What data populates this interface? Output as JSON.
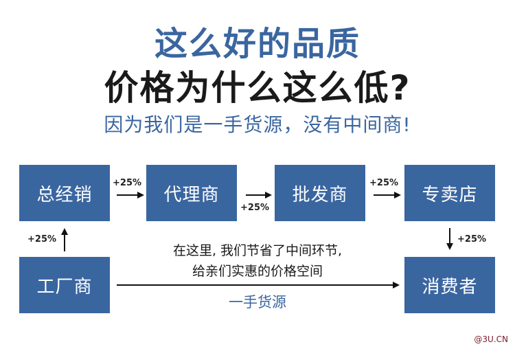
{
  "title": {
    "line1": "这么好的品质",
    "line2": "价格为什么这么低?",
    "line3": "因为我们是一手货源，没有中间商!"
  },
  "nodes": {
    "distributor": "总经销",
    "agent": "代理商",
    "wholesaler": "批发商",
    "store": "专卖店",
    "factory": "工厂商",
    "consumer": "消费者"
  },
  "markups": {
    "factory_to_distributor": "+25%",
    "distributor_to_agent": "+25%",
    "agent_to_wholesaler": "+25%",
    "wholesaler_to_store": "+25%",
    "store_to_consumer": "+25%"
  },
  "direct": {
    "note_line1": "在这里, 我们节省了中间环节,",
    "note_line2": "给亲们实惠的价格空间",
    "label": "一手货源"
  },
  "watermark": "@3U.CN",
  "colors": {
    "accent": "#3a66a0",
    "text": "#1a1a1a"
  }
}
